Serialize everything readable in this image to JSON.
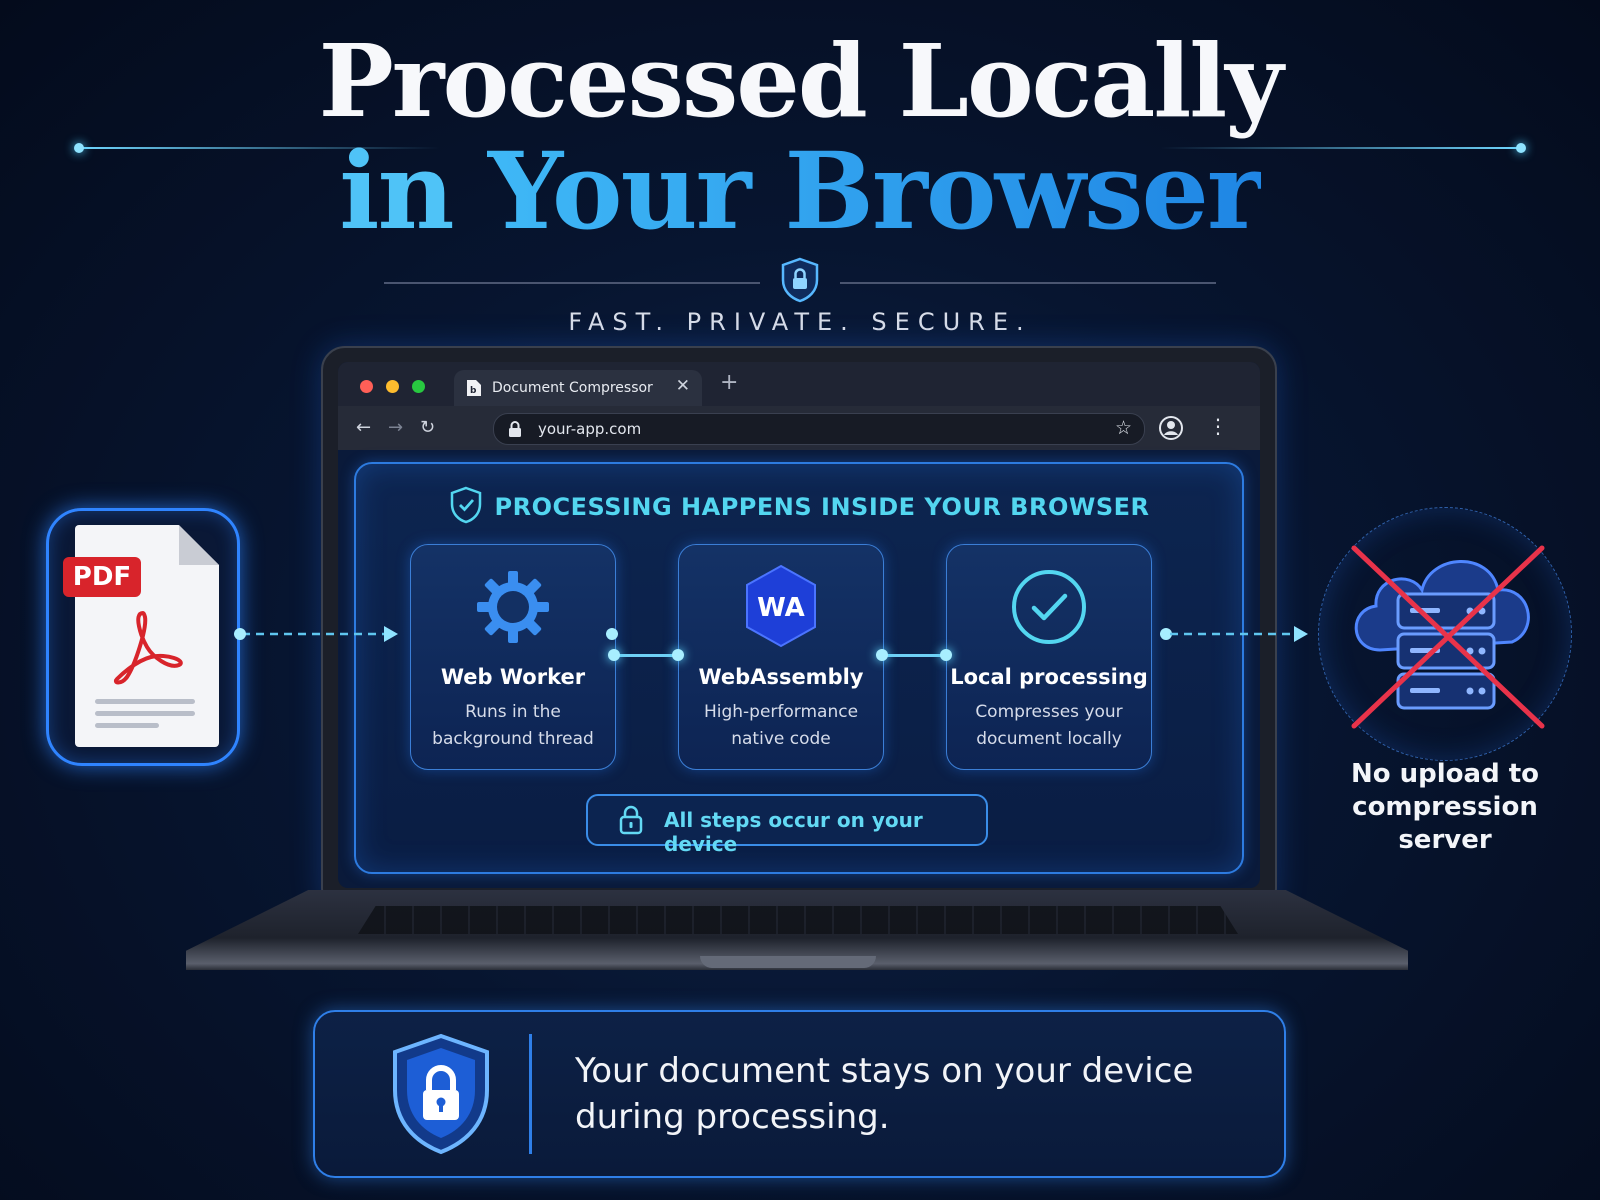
{
  "headline": {
    "line1": "Processed Locally",
    "line2_prefix": "in",
    "line2_highlight": "Your Browser"
  },
  "tagline": "FAST. PRIVATE. SECURE.",
  "colors": {
    "background": "#050d22",
    "accent_blue": "#2f84ff",
    "accent_cyan": "#53d6f0",
    "pdf_red": "#d8242b",
    "cross_red": "#e8334a"
  },
  "browser": {
    "tab_title": "Document Compressor",
    "url": "your-app.com",
    "icons": [
      "back-arrow-icon",
      "forward-arrow-icon",
      "reload-icon",
      "lock-icon",
      "star-icon",
      "profile-icon",
      "more-menu-icon"
    ]
  },
  "panel": {
    "heading": "PROCESSING HAPPENS INSIDE YOUR BROWSER",
    "steps": [
      {
        "icon": "gear-icon",
        "title": "Web Worker",
        "desc_line1": "Runs in the",
        "desc_line2": "background thread"
      },
      {
        "icon": "webassembly-icon",
        "badge": "WA",
        "title": "WebAssembly",
        "desc_line1": "High-performance",
        "desc_line2": "native code"
      },
      {
        "icon": "check-circle-icon",
        "title": "Local processing",
        "desc_line1": "Compresses your",
        "desc_line2": "document locally"
      }
    ],
    "device_note": "All steps occur on your device"
  },
  "pdf": {
    "label": "PDF"
  },
  "server": {
    "line1": "No upload to",
    "line2": "compression server"
  },
  "footer": {
    "line1": "Your document stays on your device",
    "line2": "during processing."
  }
}
